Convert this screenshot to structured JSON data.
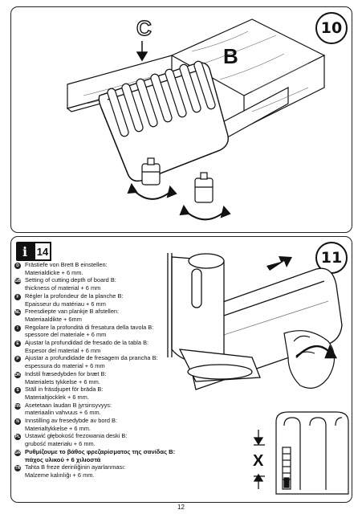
{
  "step10": {
    "number": "10",
    "label_c": "C",
    "label_b": "B"
  },
  "step11": {
    "number": "11",
    "info_icon": "i",
    "info_ref": "14",
    "dimension_label": "X",
    "instructions": [
      {
        "lang": "D",
        "icon": "german-flag-icon",
        "lines": [
          "Frästiefe von Brett B einstellen:",
          "Materialdicke + 6 mm."
        ]
      },
      {
        "lang": "GB",
        "icon": "uk-flag-icon",
        "lines": [
          "Setting of cutting depth of board B:",
          "thickness of material + 6 mm"
        ]
      },
      {
        "lang": "F",
        "icon": "french-flag-icon",
        "lines": [
          "Régler la profondeur de la planche B:",
          "Epaisseur du matériau + 6 mm"
        ]
      },
      {
        "lang": "NL",
        "icon": "dutch-flag-icon",
        "lines": [
          "Freesdiepte van plankje B afstellen:",
          "Materiaaldikte + 6mm"
        ]
      },
      {
        "lang": "I",
        "icon": "italian-flag-icon",
        "lines": [
          "Regolare la profondità di fresatura della tavola B:",
          "spessore del materiale + 6 mm"
        ]
      },
      {
        "lang": "E",
        "icon": "spanish-flag-icon",
        "lines": [
          "Ajustar la profundidad de fresado de la tabla B:",
          "Espesor del material + 6 mm"
        ]
      },
      {
        "lang": "P",
        "icon": "portuguese-flag-icon",
        "lines": [
          "Ajustar a profundidade de fresagem da prancha B:",
          "espessura do material + 6 mm"
        ]
      },
      {
        "lang": "DK",
        "icon": "danish-flag-icon",
        "lines": [
          "Indstil fræsedybden for bræt B:",
          "Materialets tykkelse + 6 mm."
        ]
      },
      {
        "lang": "S",
        "icon": "swedish-flag-icon",
        "lines": [
          "Ställ in fräsdjupet för bräda B:",
          "Materialtjocklek + 6 mm."
        ]
      },
      {
        "lang": "FIN",
        "icon": "finnish-flag-icon",
        "lines": [
          "Asetetaan laudan B jyrsinsyvyys:",
          "materiaalin vahvuus + 6 mm."
        ]
      },
      {
        "lang": "N",
        "icon": "norwegian-flag-icon",
        "lines": [
          "Innstilling av fresedybde av bord B:",
          "Materialtykkelse + 6 mm."
        ]
      },
      {
        "lang": "PL",
        "icon": "polish-flag-icon",
        "lines": [
          "Ustawić głębokość frezowania deski B:",
          "grubość materiału + 6 mm."
        ]
      },
      {
        "lang": "GR",
        "icon": "greek-flag-icon",
        "bold": true,
        "lines": [
          "Ρυθμίζουμε το βάθος φρεζαρίσματος της σανίδας Β:",
          "πάχος υλικού + 6 χιλιοστά"
        ]
      },
      {
        "lang": "TR",
        "icon": "turkish-flag-icon",
        "lines": [
          "Tahta B freze derinliğinin ayarlanması:",
          "Malzeme kalınlığı + 6 mm."
        ]
      }
    ]
  },
  "page_number": "12"
}
